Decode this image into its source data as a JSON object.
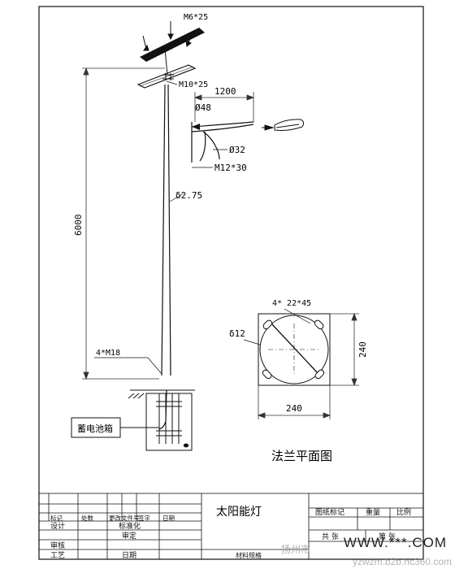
{
  "labels": {
    "panel_bolt": "M6*25",
    "bracket_bolt": "M10*25",
    "arm_length": "1200",
    "arm_diameter": "Ø48",
    "lamp_diameter": "Ø32",
    "lamp_bolt": "M12*30",
    "pole_thickness": "δ2.75",
    "pole_height": "6000",
    "anchor_bolts": "4*M18",
    "battery_box": "蓄电池箱"
  },
  "flange": {
    "holes": "4* 22*45",
    "thickness": "δ12",
    "width": "240",
    "height": "240",
    "title": "法兰平面图"
  },
  "title_block": {
    "product": "太阳能灯",
    "drawing_mark": "图纸标记",
    "weight": "重量",
    "scale": "比例",
    "total_sheets": "共 张",
    "sheet_no": "第 张",
    "design": "设计",
    "standardization": "标准化",
    "review": "审核",
    "approval": "审定",
    "process": "工艺",
    "date": "日期",
    "material_spec": "材料规格",
    "rev_marks": [
      "标记",
      "处数",
      "更改文件号",
      "签字",
      "日期"
    ]
  },
  "watermark": {
    "url": "WWW.***.COM",
    "site": "yzwzm.b2b.hc360.com",
    "city": "扬州市"
  },
  "colors": {
    "line": "#111111",
    "dim": "#333333",
    "watermark": "#9a9a9a"
  }
}
